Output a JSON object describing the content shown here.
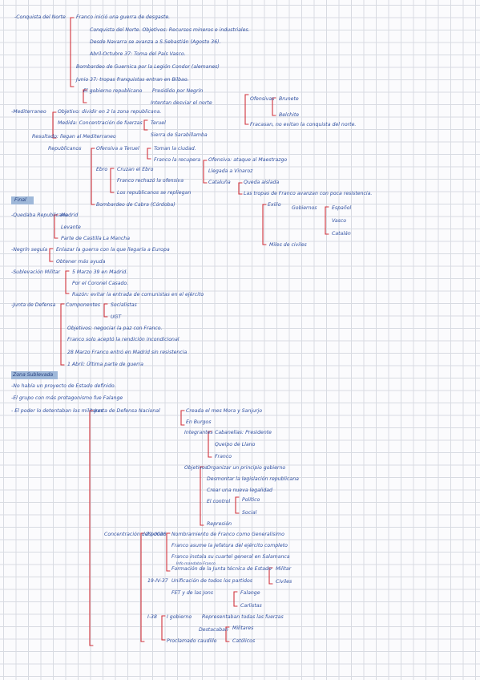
{
  "notes": {
    "conquista_norte": "-Conquista del Norte",
    "franco_inicio": "Franco inició una guerra de desgaste.",
    "conquista_objetivos": "Conquista del Norte. Objetivos: Recursos mineros e industriales.",
    "donostia": "Desde Navarra se avanza a S.Sebastián (Agosto 36).",
    "abril_octubre": "Abril-Octubre 37: Toma del País Vasco.",
    "bombardeo_guernica": "Bombardeo de Guernica por la Legión Condor (alemanes)",
    "junio37": "Junio 37: tropas franquistas entran en Bilbao.",
    "gobierno_republicano": "El gobierno republicano",
    "presidido_negrin": "Presidido por Negrín",
    "intentan_norte": "Intentan desviar el norte",
    "ofensivas": "Ofensivas",
    "brunete": "Brunete",
    "belchite": "Belchite",
    "fracasan": "Fracasan, no evitan la conquista del norte.",
    "mediterraneo": "-Mediterraneo",
    "objetivo": "Objetivo: dividir en 2 la zona republicana.",
    "medida": "Medida: Concentración de fuerzas",
    "teruel": "Teruel",
    "sierra": "Sierra de Sarabillamba",
    "resultado": "Resultado: llegan al Mediterraneo",
    "republicanos": "Republicanos",
    "ofensiva_teruel": "Ofensiva a Teruel",
    "toman_ciudad": "Toman la ciudad.",
    "franco_recupera": "Franco la recupera",
    "ofensiva_ataque": "Ofensiva: ataque al Maestrazgo",
    "llegada_vinaroz": "Llegada a Vinaroz",
    "ebro": "Ebro",
    "cruzan_ebro": "Cruzan el Ebro",
    "franco_rechaza": "Franco rechazó la ofensiva",
    "republicanos_repliegan": "Los republicanos se repliegan",
    "cataluna": "Cataluña",
    "queda_aislada": "Queda aislada",
    "tropas_franco": "Las tropas de Franco avanzan con poca resistencia.",
    "bombardeo_cabra": "Bombardeo de Cabra (Córdoba)",
    "exilio": "Exilio",
    "gobiernos": "Gobiernos",
    "espanol": "Español",
    "vasco": "Vasco",
    "catalan": "Catalán",
    "miles_civiles": "Miles de civiles",
    "final": "Final",
    "quedaba_republicano": "-Quedaba Republicano",
    "madrid": "Madrid",
    "levante": "Levante",
    "parte_castilla": "Parte de Castilla La Mancha",
    "negrin_seguia": "-Negrín seguía",
    "enlazar_guerra": "Enlazar la guerra con la que llegaría a Europa",
    "obtener_ayuda": "Obtener más ayuda",
    "sublevacion": "-Sublevación Militar",
    "marzo39": "5 Marzo 39 en Madrid.",
    "coronel_casado": "Por el Coronel Casado.",
    "razon_evitar": "Razón: evitar la entrada de comunistas en el ejército",
    "junta_defensa": "-Junta de Defensa",
    "componentes": "Componentes",
    "socialistas": "Socialistas",
    "ugt": "UGT",
    "objetivos_paz": "Objetivos: negociar la paz con Franco.",
    "franco_rendicion": "Franco solo aceptó la rendición incondicional",
    "marzo_madrid": "28 Marzo Franco entró en Madrid sin resistencia",
    "abril_ultima": "1 Abril: Última parte de guerra"
  },
  "sublevada": {
    "heading": "Zona Sublevada",
    "no_habia": "-No había un proyecto de Estado definido.",
    "grupo_falange": "-El grupo con más protagonismo fue Falange",
    "poder_militares": "- El poder lo detentaban los militares",
    "junta_defensa": "Junta de Defensa Nacional",
    "creada": "Creada el mes Mora y Sanjurjo",
    "burgos": "En Burgos",
    "integrantes": "Integrantes",
    "cabanellas": "Cabanellas: Presidente",
    "queipo": "Queipo de Llano",
    "franco": "Franco",
    "objetivos": "Objetivos",
    "organizar_gobierno": "Organizar un principio gobierno",
    "desmontar": "Desmontar la legislación republicana",
    "crear_legalidad": "Crear una nueva legalidad",
    "el_control": "El control",
    "politico": "Político",
    "social": "Social",
    "represion": "Represión",
    "concentracion": "Concentración del poder",
    "fecha_29": "29-IX-36",
    "nombramiento": "Nombramiento de Franco como Generalísimo",
    "franco_asume": "Franco asume la Jefatura del ejército completo",
    "franco_instala": "Franco instala su cuartel general en Salamanca",
    "info_franco": "Info mandaba Franco",
    "formacion": "Formación de la Junta técnica de Estado",
    "militar": "Militar",
    "civiles": "Civiles",
    "fecha_abr37": "19-IV-37",
    "unificacion": "Unificación de todos los partidos",
    "fet": "FET y de las Jons",
    "falange": "Falange",
    "carlistas": "Carlistas",
    "fecha_i38": "I-38",
    "primer_gobierno": "I gobierno",
    "representaban": "Representaban todas las fuerzas",
    "destacaban": "Destacaban",
    "militares": "Militares",
    "catolicos": "Católicos",
    "proclamado": "Proclamado caudillo"
  },
  "colors": {
    "ink": "#2f4fa0",
    "bracket": "#d2323a",
    "highlight": "#9fb8d9",
    "grid": "#d8dbe2"
  }
}
